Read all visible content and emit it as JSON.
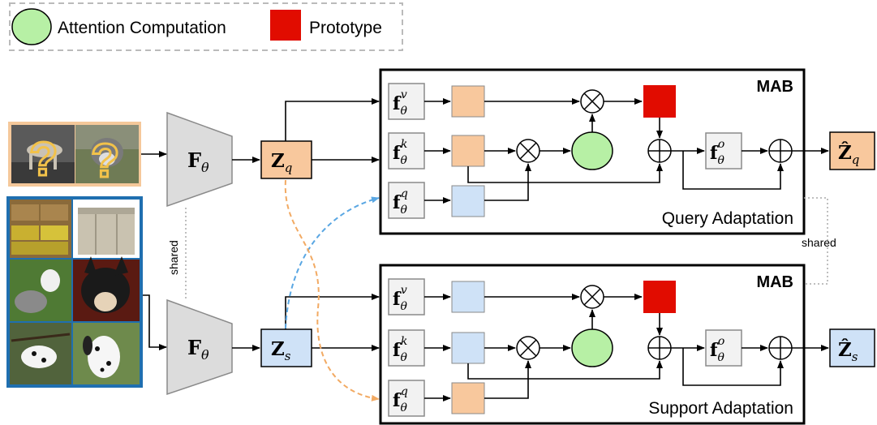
{
  "legend": {
    "attention_label": "Attention Computation",
    "prototype_label": "Prototype"
  },
  "labels": {
    "mab": "MAB",
    "query_adaptation": "Query Adaptation",
    "support_adaptation": "Support Adaptation",
    "shared": "shared"
  },
  "math": {
    "encoder_main": "F",
    "encoder_sub": "θ",
    "f_main": "f",
    "theta": "θ",
    "v": "v",
    "k": "k",
    "q": "q",
    "o": "o",
    "z_main": "Z",
    "z_hat_main": "Ẑ",
    "sub_q": "q",
    "sub_s": "s"
  },
  "colors": {
    "attention": "#b7f0a5",
    "prototype": "#e10c00",
    "query_feature": "#f8c89d",
    "support_feature": "#cfe2f7",
    "support_frame": "#1f6fb0",
    "query_frame": "#f5c89a",
    "arrow_orange": "#f2aa63",
    "arrow_blue": "#5aa7e3",
    "module_gray": "#f2f2f2"
  },
  "icons": {
    "query_question_marks": "question-mark-icon",
    "multiply": "multiply-circle-icon",
    "add": "plus-circle-icon"
  }
}
